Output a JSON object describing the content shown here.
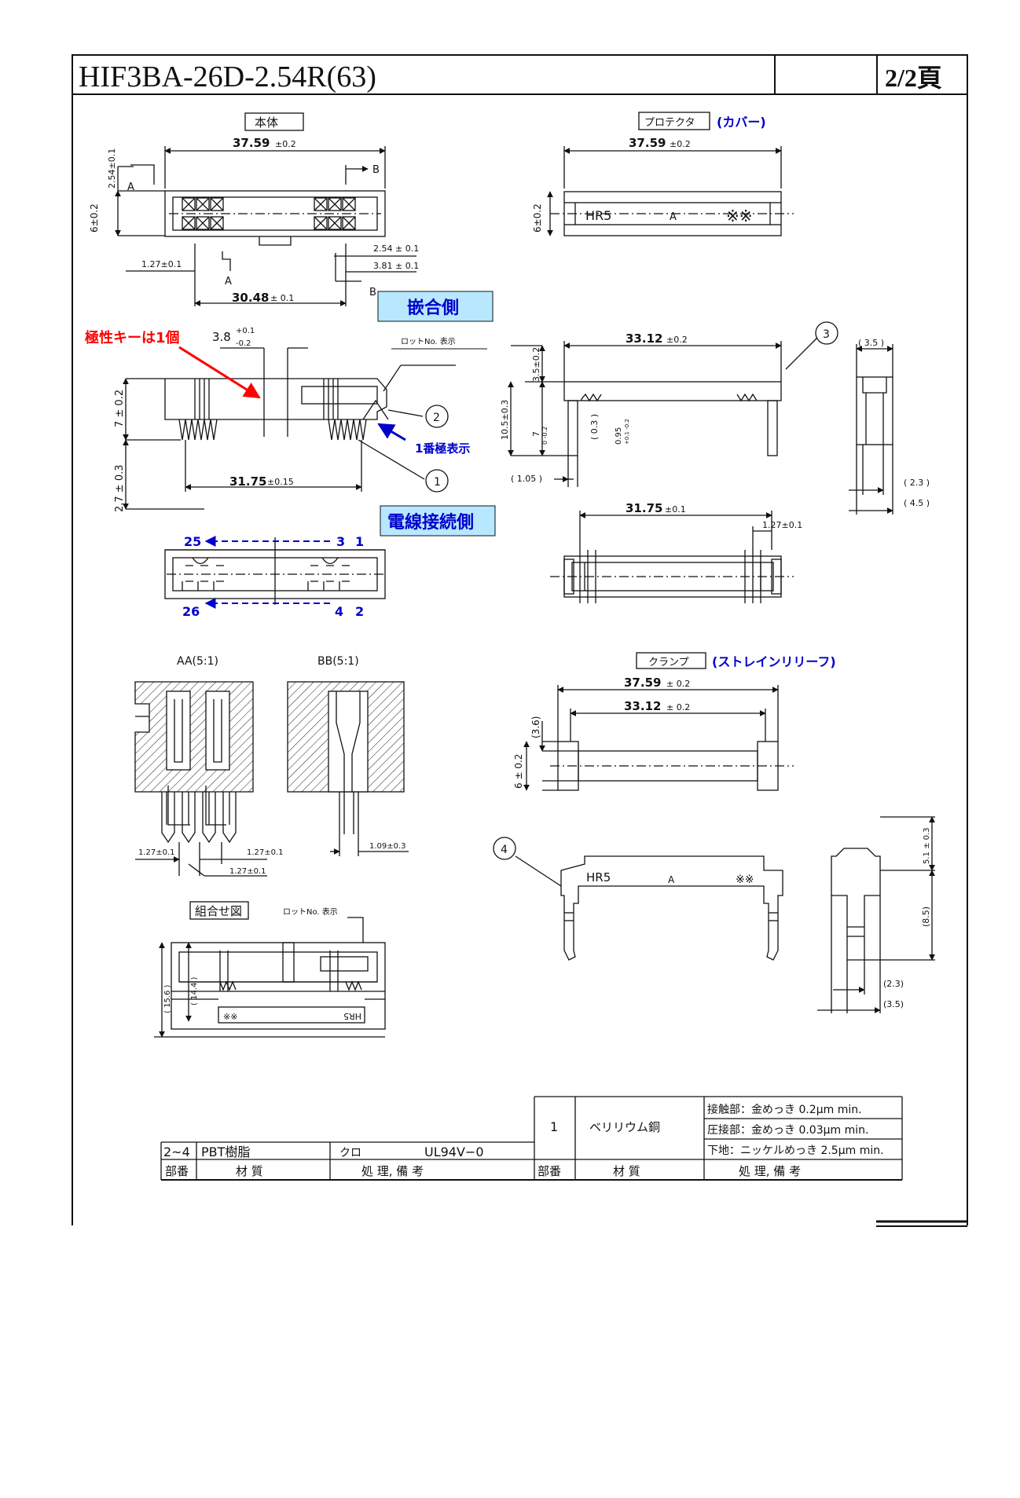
{
  "header": {
    "part_number": "HIF3BA-26D-2.54R(63)",
    "page": "2/2頁"
  },
  "views": {
    "body": {
      "label": "本体",
      "dim_width": "37.59",
      "dim_width_tol": "±0.2",
      "dim_pitch": "2.54±0.1",
      "dim_height": "6±0.2",
      "dim_offset": "1.27±0.1",
      "dim_pitch2": "2.54 ± 0.1",
      "dim_row": "3.81 ± 0.1",
      "dim_span": "30.48",
      "dim_span_tol": "± 0.1",
      "section_a": "A",
      "section_b": "B"
    },
    "protector": {
      "label": "プロテクタ",
      "sub": "(カバー)",
      "dim_width": "37.59",
      "dim_width_tol": "±0.2",
      "dim_height": "6±0.2",
      "mark_left": "HR5",
      "mark_mid": "A",
      "mark_right": "※※"
    },
    "mating_side": "嵌合側",
    "wire_side": "電線接続側",
    "polarity_note": "極性キーは1個",
    "lot_note": "ロットNo. 表示",
    "pin1_note": "1番極表示",
    "key_dim": "3.8",
    "key_tol_plus": "+0.1",
    "key_tol_minus": "-0.2",
    "side_h1": "7 ± 0.2",
    "side_h2": "2.7 ± 0.3",
    "side_pitch": "31.75",
    "side_pitch_tol": "±0.15",
    "cover_side": {
      "dim_width": "33.12",
      "dim_width_tol": "±0.2",
      "h1": "3.5±0.2",
      "h2": "10.5±0.3",
      "h3": "7",
      "h3_tol": "0 -0.2",
      "h4": "( 0.3 )",
      "h5": "0.95",
      "h5_tol": "+0.1 -0.2",
      "foot": "( 1.05 )",
      "end_w": "( 3.5 )",
      "end_a": "( 2.3 )",
      "end_b": "( 4.5 )"
    },
    "cover_bottom": {
      "dim_width": "31.75",
      "dim_width_tol": "±0.1",
      "dim_offset": "1.27±0.1"
    },
    "pin_labels": {
      "top_left": "25",
      "top_right_a": "3",
      "top_right_b": "1",
      "bottom_left": "26",
      "bottom_right_a": "4",
      "bottom_right_b": "2"
    },
    "section_aa": {
      "label": "AA(5:1)",
      "d1": "1.27±0.1",
      "d2": "1.27±0.1",
      "d3": "1.27±0.1"
    },
    "section_bb": {
      "label": "BB(5:1)",
      "d1": "1.09±0.3"
    },
    "clamp": {
      "label": "クランプ",
      "sub": "(ストレインリリーフ)",
      "dim_width": "37.59",
      "dim_width_tol": "± 0.2",
      "dim_inner": "33.12",
      "dim_inner_tol": "± 0.2",
      "h1": "(3.6)",
      "h2": "6 ± 0.2",
      "mark_left": "HR5",
      "mark_mid": "A",
      "mark_right": "※※",
      "end_h": "5.1 ± 0.3",
      "end_h2": "(8.5)",
      "end_a": "(2.3)",
      "end_b": "(3.5)"
    },
    "assembly": {
      "label": "組合せ図",
      "lot_note": "ロットNo. 表示",
      "h1": "( 15.6 )",
      "h2": "( 14.4 )",
      "mark_left": "※※",
      "mark_right": "HR5"
    },
    "balloons": [
      "1",
      "2",
      "3",
      "4"
    ]
  },
  "bom": {
    "left": {
      "part": "2~4",
      "material": "PBT樹脂",
      "finish_a": "クロ",
      "finish_b": "UL94V−0"
    },
    "right": {
      "part": "1",
      "material": "ベリリウム銅",
      "finish_1": "接触部：金めっき 0.2μm min.",
      "finish_2": "圧接部：金めっき 0.03μm min.",
      "finish_3": "下地：ニッケルめっき 2.5μm min."
    },
    "headers": {
      "part_no": "部番",
      "material": "材 質",
      "finish": "処 理, 備 考"
    }
  },
  "colors": {
    "blue_label_bg": "#b7e8ff",
    "blue_text": "#0000cc",
    "red_text": "#ff0000",
    "line": "#111111"
  }
}
